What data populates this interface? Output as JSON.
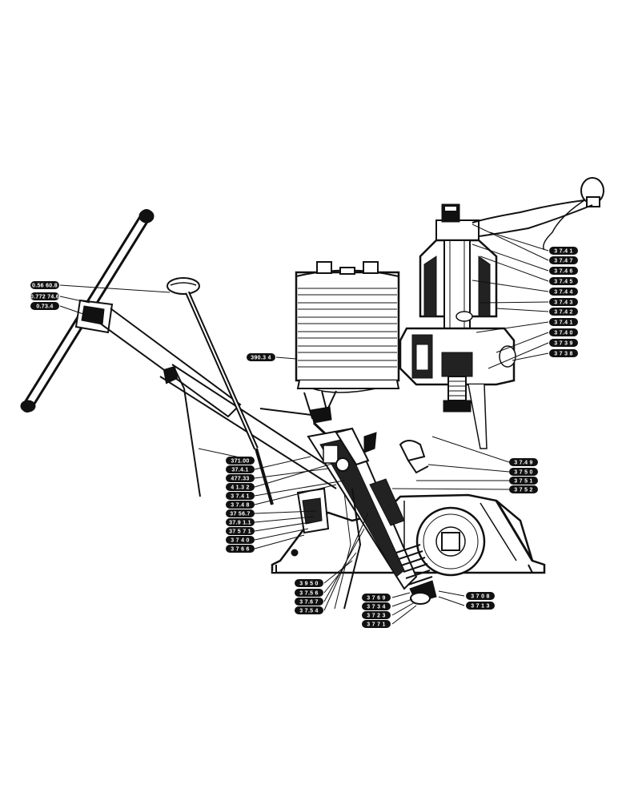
{
  "diagram": {
    "colors": {
      "ink": "#111111",
      "paper": "#ffffff",
      "hatch": "#222222"
    },
    "callouts": {
      "steering_wheel": [
        "0.56 60.8",
        "0.772 74.6",
        "0.73.4"
      ],
      "lever_group": [
        "371.00",
        "37.4.1",
        "477.33",
        "4 1.3 2",
        "3 7.4 1",
        "3 7.4 8",
        "37 56.7",
        "37.9 1.1",
        "37 5 7 1",
        "3 7 4 0",
        "3 7 6 6"
      ],
      "tank": [
        "390.3 4"
      ],
      "upper_housing": [
        "3 7.4 1",
        "3 7.4 7",
        "3 7.4 6",
        "3 7.4 5",
        "3 7.4 4",
        "3 7.4 3",
        "3 7.4 2",
        "3 7.4 1",
        "3 7.4 0",
        "3 7 3 9",
        "3 7 3 8"
      ],
      "middle_right": [
        "3 7.4 9",
        "3 7 5 0",
        "3 7 5 1",
        "3 7 5 2"
      ],
      "lower_left": [
        "3 9 5 0",
        "3 7.5 6",
        "3 7.6 7",
        "3 7.5 4"
      ],
      "lower_mid": [
        "3 7 6 9",
        "3 7 3 4",
        "3 7 2 3",
        "3 7 7 1"
      ],
      "lower_right": [
        "3 7 0 8",
        "3 7 1 3"
      ]
    }
  }
}
